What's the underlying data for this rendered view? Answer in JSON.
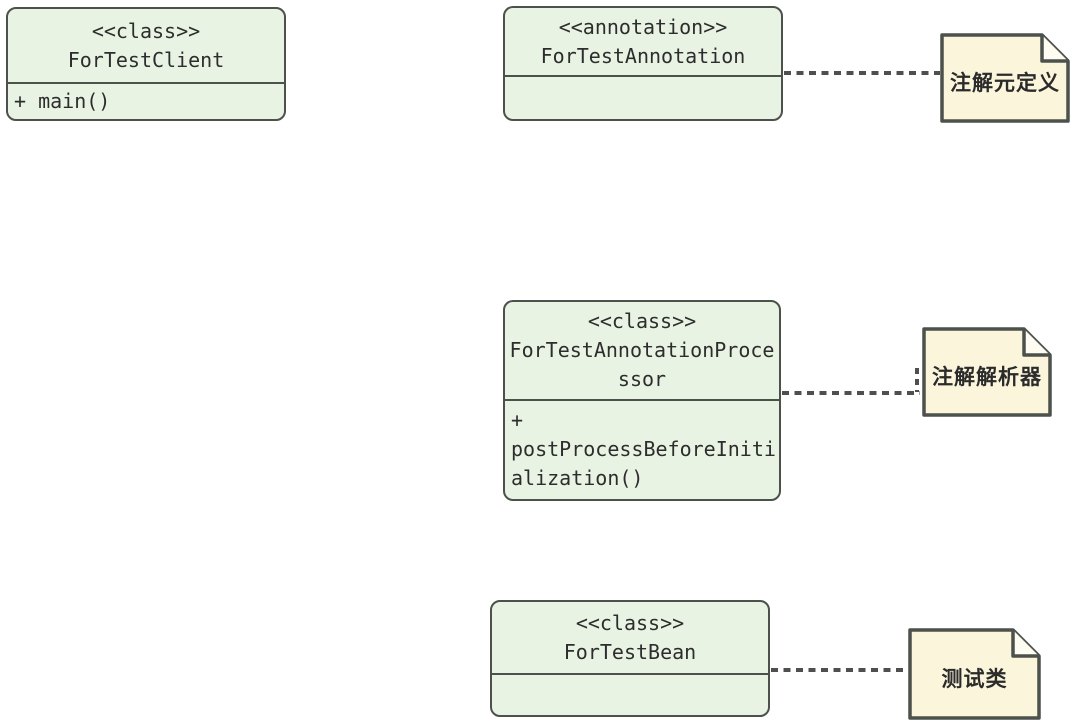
{
  "diagram": {
    "type": "uml-class-diagram",
    "colors": {
      "class_fill": "#e9f3e4",
      "class_border": "#4c514c",
      "note_fill": "#fbf5dc",
      "note_fold_fill": "#fffdf2",
      "note_border": "#4c514c",
      "connector": "#4f4f4f",
      "text": "#2d2d2d",
      "background": "#ffffff"
    },
    "classes": [
      {
        "stereotype": "<<class>>",
        "name": "ForTestClient",
        "members": "+ main()"
      },
      {
        "stereotype": "<<annotation>>",
        "name": "ForTestAnnotation",
        "members": ""
      },
      {
        "stereotype": "<<class>>",
        "name": "ForTestAnnotationProcessor",
        "members": "+ postProcessBeforeInitialization()"
      },
      {
        "stereotype": "<<class>>",
        "name": "ForTestBean",
        "members": ""
      }
    ],
    "notes": [
      {
        "text": "注解元定义"
      },
      {
        "text": "注解解析器"
      },
      {
        "text": "测试类"
      }
    ],
    "connections": [
      {
        "from": "ForTestAnnotation",
        "to": "注解元定义",
        "style": "dashed"
      },
      {
        "from": "ForTestAnnotationProcessor",
        "to": "注解解析器",
        "style": "dashed"
      },
      {
        "from": "ForTestBean",
        "to": "测试类",
        "style": "dashed"
      }
    ]
  }
}
